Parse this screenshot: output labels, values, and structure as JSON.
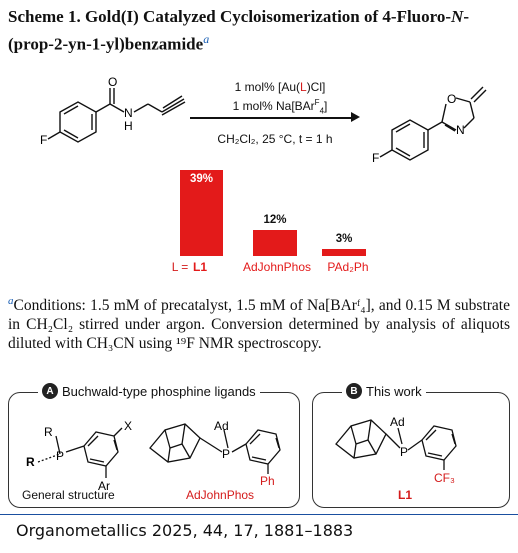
{
  "title": {
    "part1": "Scheme 1. Gold(I) Catalyzed Cycloisomerization of 4-Fluoro-",
    "italic": "N",
    "part2": "-(prop-2-yn-1-yl)benzamide",
    "marker": "a"
  },
  "reaction": {
    "cond_line1_pre": "1 mol% [Au(",
    "cond_line1_L": "L",
    "cond_line1_post": ")Cl]",
    "cond_line2": "1 mol% Na[BAr",
    "cond_line2_sup": "F",
    "cond_line2_sub": "4",
    "cond_line2_end": "]",
    "cond_line3": "CH₂Cl₂, 25 °C, t = 1 h",
    "atoms": {
      "F": "F",
      "O": "O",
      "N": "N",
      "NH": "N",
      "H": "H"
    }
  },
  "chart_data": {
    "type": "bar",
    "title": "",
    "prefix": "L =",
    "categories": [
      "L1",
      "AdJohnPhos",
      "PAd₂Ph"
    ],
    "values": [
      39,
      12,
      3
    ],
    "labels": [
      "39%",
      "12%",
      "3%"
    ],
    "ylim": [
      0,
      39
    ],
    "color": "#e31a1a"
  },
  "footnote": {
    "marker": "a",
    "text": "Conditions: 1.5 mM of precatalyst, 1.5 mM of Na[BArᶠ₄], and 0.15 M substrate in CH₂Cl₂ stirred under argon. Conversion determined by analysis of aliquots diluted with CH₃CN using ¹⁹F NMR spectroscopy."
  },
  "box_a": {
    "badge": "A",
    "heading": "Buchwald-type phosphine ligands",
    "general_label": "General structure",
    "adjohnphos_label": "AdJohnPhos",
    "atoms": {
      "R1": "R",
      "R2": "R",
      "P1": "P",
      "X": "X",
      "Ar": "Ar",
      "Ad": "Ad",
      "P2": "P",
      "Ph": "Ph"
    }
  },
  "box_b": {
    "badge": "B",
    "heading": "This work",
    "ligand_label": "L1",
    "atoms": {
      "Ad": "Ad",
      "P": "P",
      "CF3": "CF₃"
    }
  },
  "citation": "Organometallics 2025, 44, 17, 1881–1883"
}
